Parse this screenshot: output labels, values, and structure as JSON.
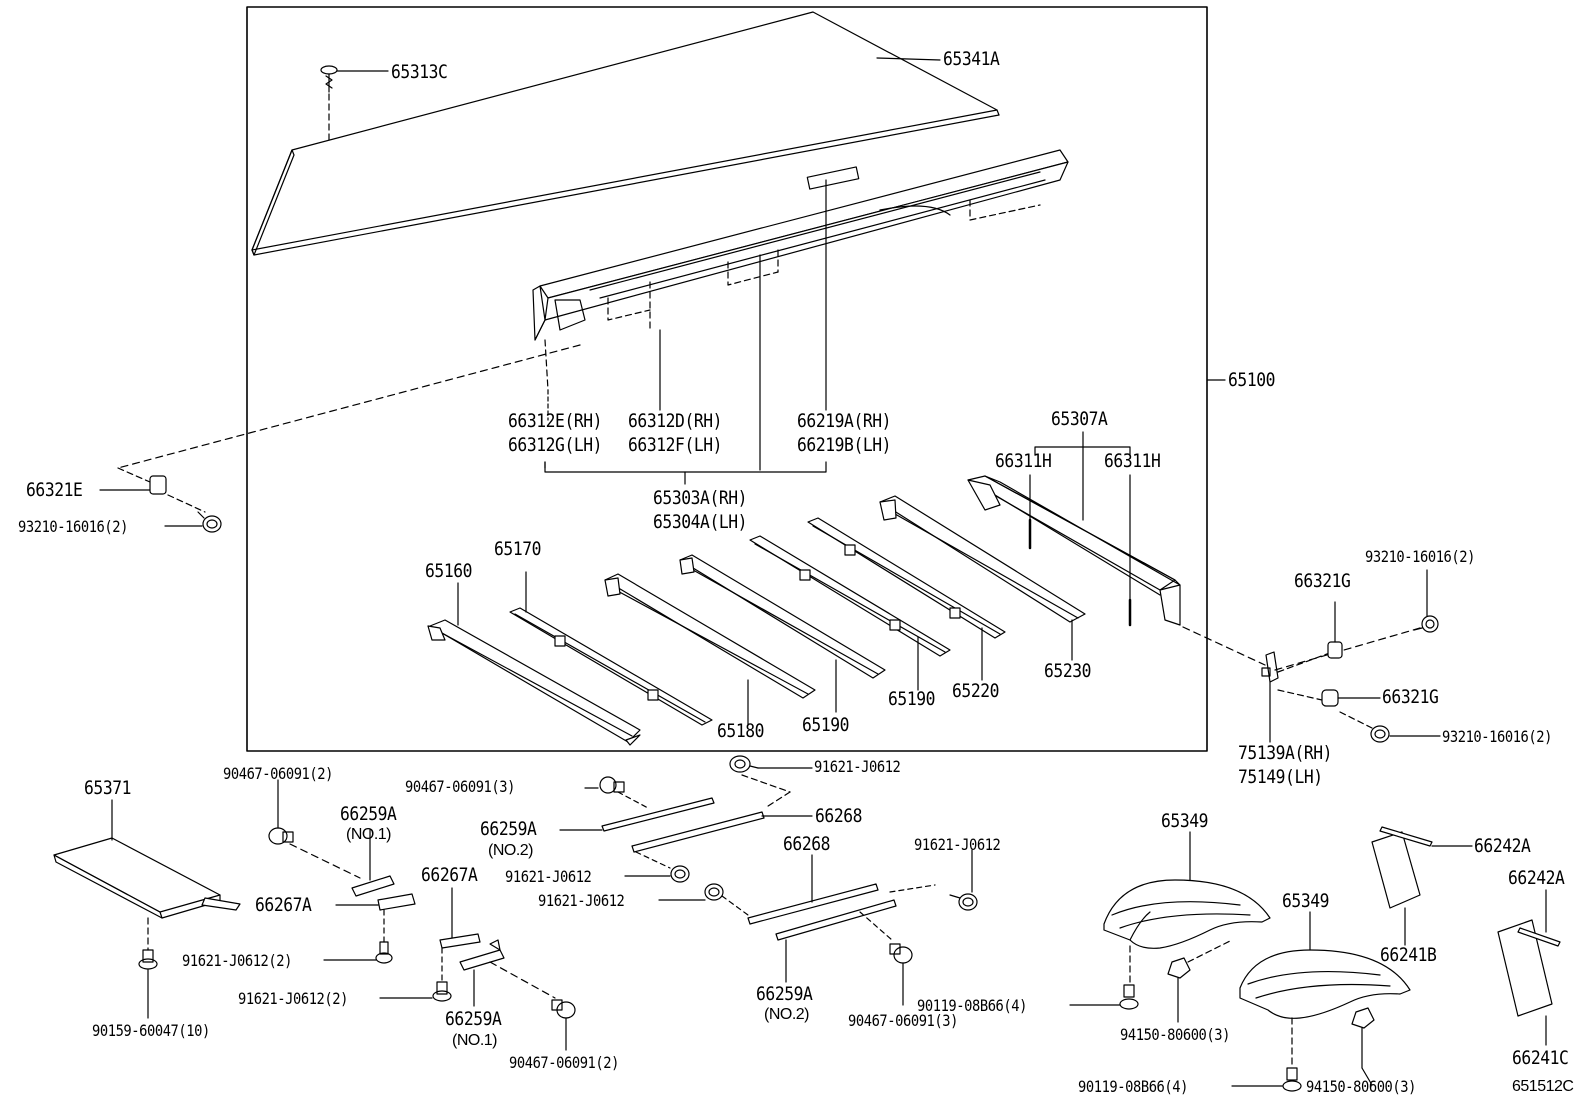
{
  "labels": {
    "p65313C": "65313C",
    "p65341A": "65341A",
    "p65100": "65100",
    "p66312E": "66312E(RH)",
    "p66312G": "66312G(LH)",
    "p66312D": "66312D(RH)",
    "p66312F": "66312F(LH)",
    "p66219A": "66219A(RH)",
    "p66219B": "66219B(LH)",
    "p65307A": "65307A",
    "p66311H_a": "66311H",
    "p66311H_b": "66311H",
    "p65303A": "65303A(RH)",
    "p65304A": "65304A(LH)",
    "p66321E": "66321E",
    "p93210_left": "93210-16016(2)",
    "p65160": "65160",
    "p65170": "65170",
    "p65180": "65180",
    "p65190_a": "65190",
    "p65190_b": "65190",
    "p65220": "65220",
    "p65230": "65230",
    "p93210_rt": "93210-16016(2)",
    "p66321G_a": "66321G",
    "p66321G_b": "66321G",
    "p93210_rb": "93210-16016(2)",
    "p75139A": "75139A(RH)",
    "p75149": "75149(LH)",
    "p91621_top": "91621-J0612",
    "p65371": "65371",
    "p90467_a": "90467-06091(2)",
    "p66259A_no1_top": "66259A",
    "p_no1_top": "(NO.1)",
    "p66267A_left": "66267A",
    "p91621_left": "91621-J0612(2)",
    "p90159": "90159-60047(10)",
    "p90467_b": "90467-06091(3)",
    "p66259A_no2_top": "66259A",
    "p_no2_top": "(NO.2)",
    "p66268_a": "66268",
    "p66268_b": "66268",
    "p91621_mid1": "91621-J0612",
    "p91621_mid2": "91621-J0612",
    "p66267A_mid": "66267A",
    "p91621_low": "91621-J0612(2)",
    "p66259A_no1_low": "66259A",
    "p_no1_low": "(NO.1)",
    "p90467_c": "90467-06091(2)",
    "p91621_right": "91621-J0612",
    "p66259A_no2_low": "66259A",
    "p_no2_low": "(NO.2)",
    "p90467_d": "90467-06091(3)",
    "p65349_a": "65349",
    "p65349_b": "65349",
    "p90119_a": "90119-08B66(4)",
    "p94150_a": "94150-80600(3)",
    "p90119_b": "90119-08B66(4)",
    "p94150_b": "94150-80600(3)",
    "p66242A_a": "66242A",
    "p66242A_b": "66242A",
    "p66241B": "66241B",
    "p66241C": "66241C",
    "p_code": "651512C"
  }
}
